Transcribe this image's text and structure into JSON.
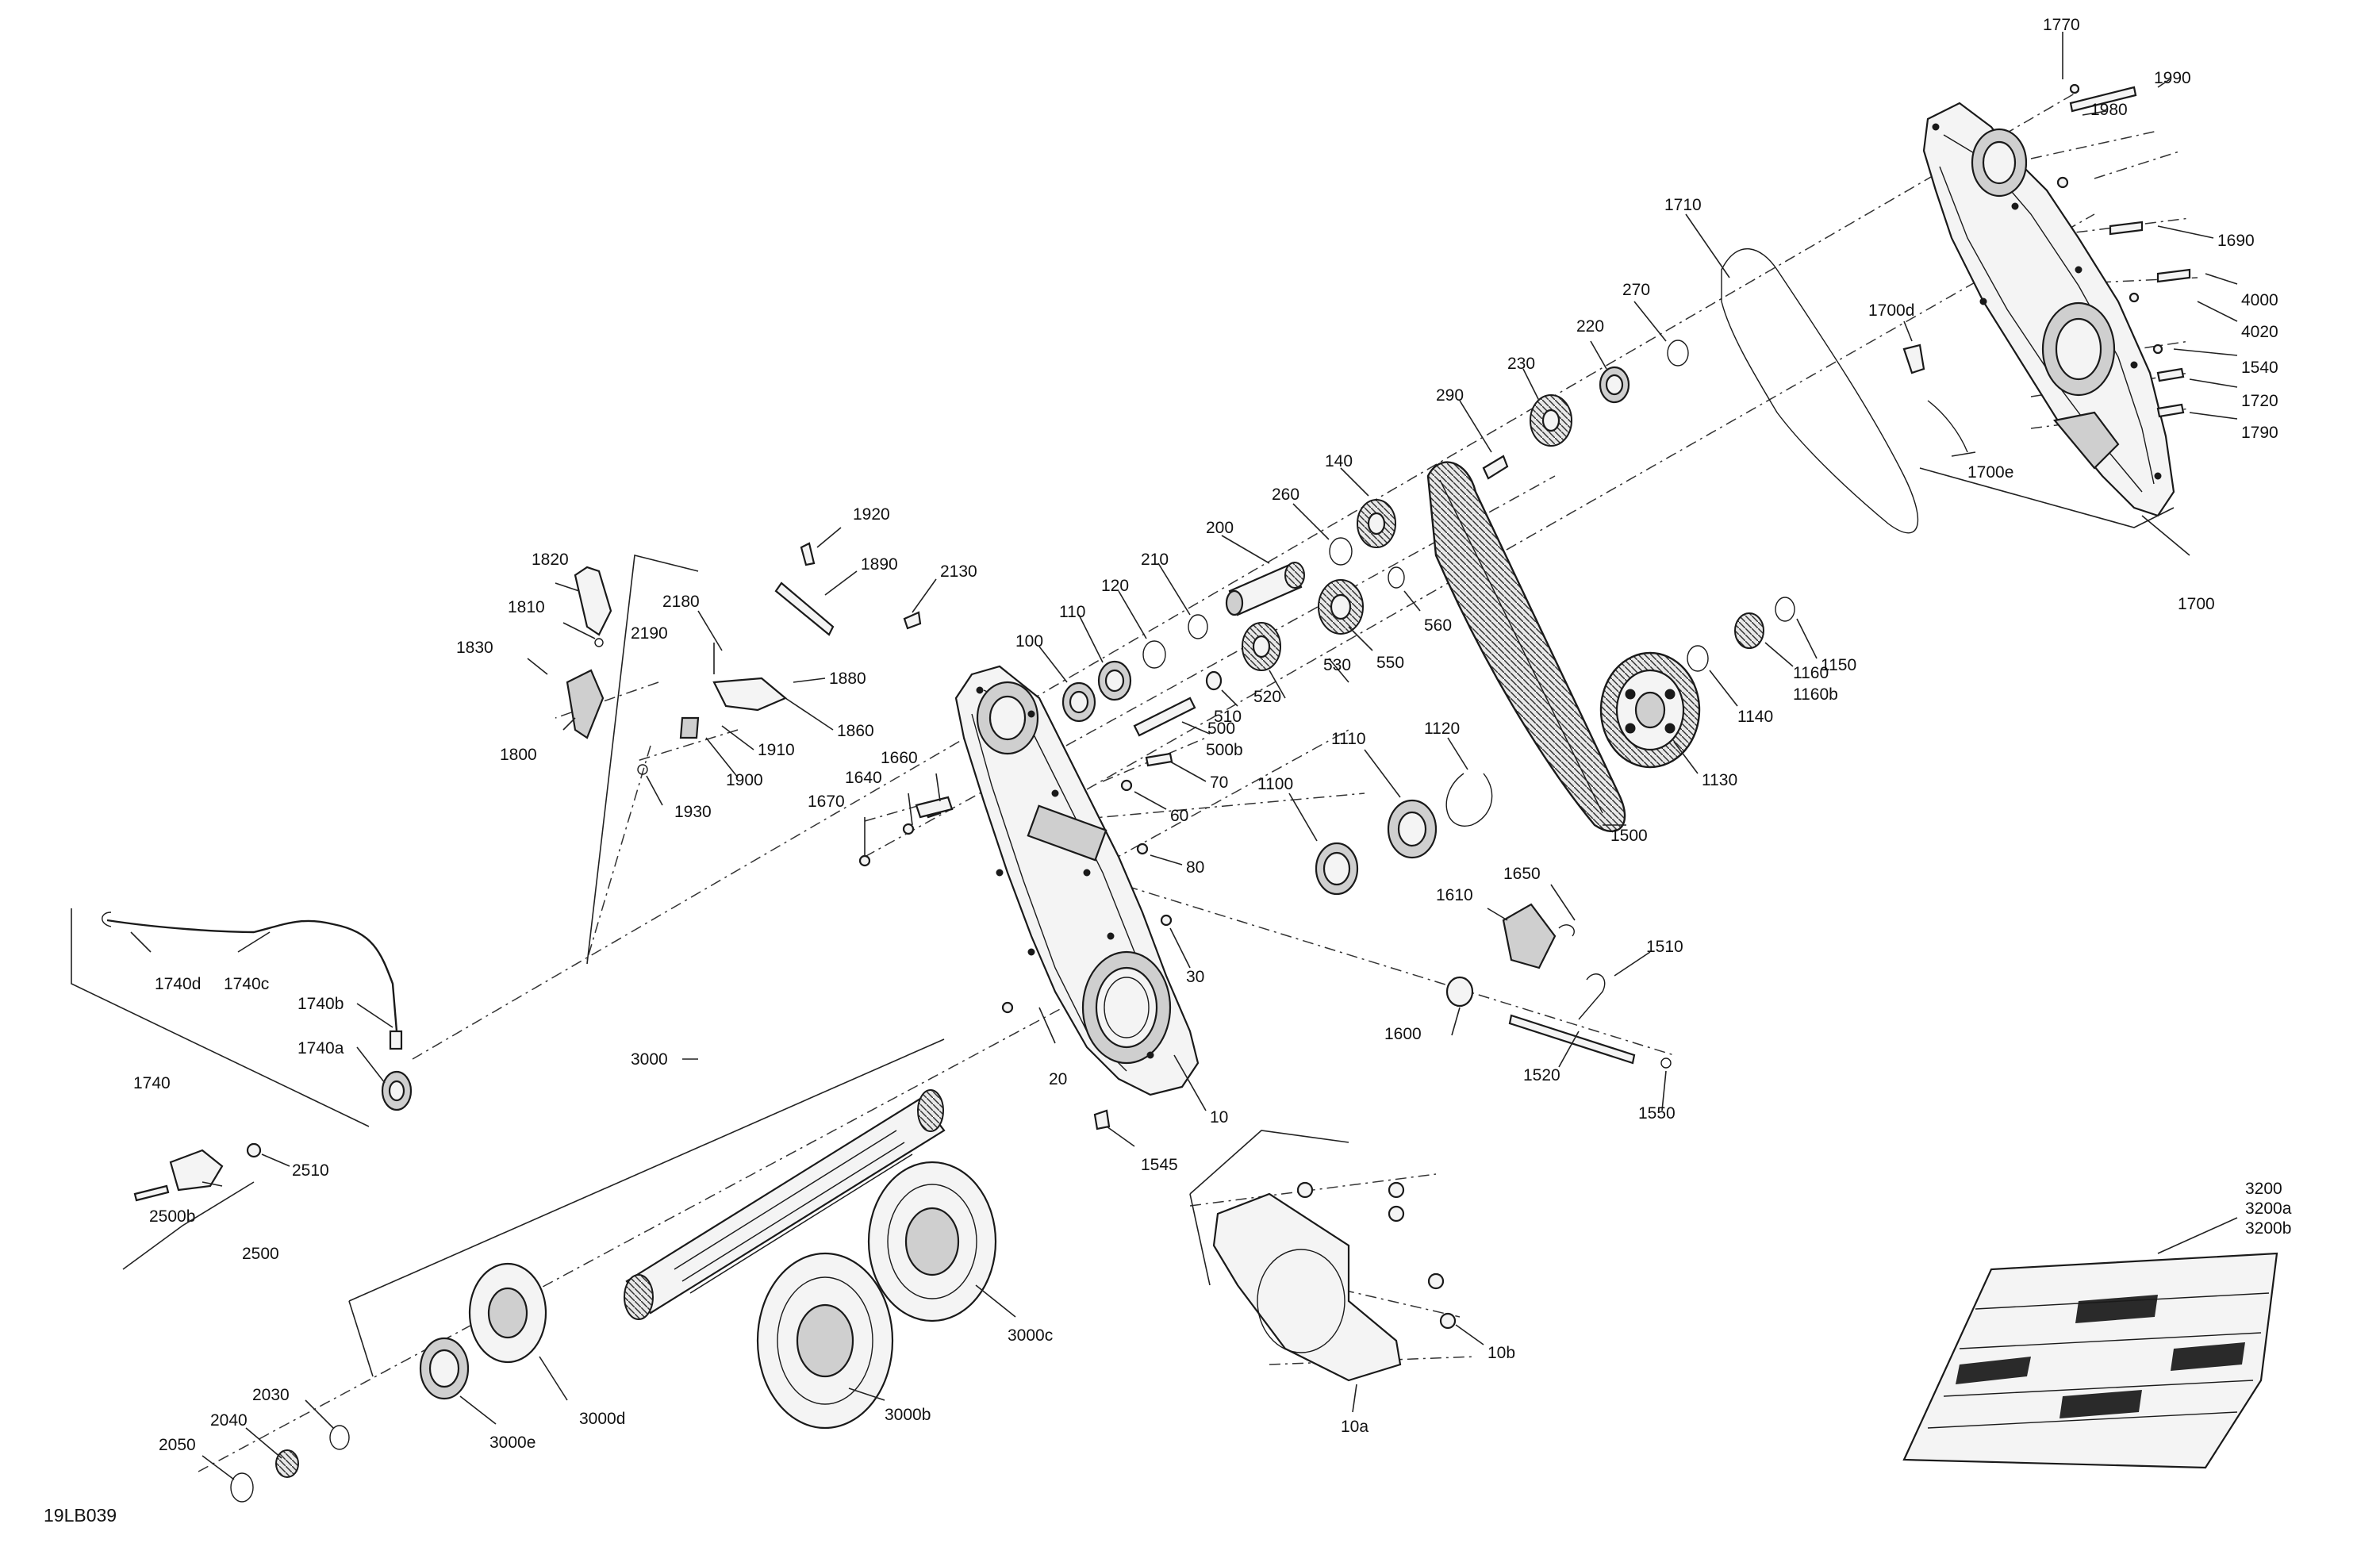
{
  "diagram": {
    "code": "19LB039",
    "labels": {
      "l1770": "1770",
      "l1980": "1980",
      "l1990": "1990",
      "l1690": "1690",
      "l4000": "4000",
      "l4020": "4020",
      "l1540": "1540",
      "l1720": "1720",
      "l1790": "1790",
      "l1700": "1700",
      "l1700d": "1700d",
      "l1700e": "1700e",
      "l1710": "1710",
      "l270": "270",
      "l220": "220",
      "l230": "230",
      "l290": "290",
      "l140": "140",
      "l260": "260",
      "l200": "200",
      "l210": "210",
      "l120": "120",
      "l110": "110",
      "l100": "100",
      "l560": "560",
      "l550": "550",
      "l530": "530",
      "l520": "520",
      "l510": "510",
      "l500": "500",
      "l500b": "500b",
      "l70": "70",
      "l60": "60",
      "l80": "80",
      "l30": "30",
      "l20": "20",
      "l10": "10",
      "l1545": "1545",
      "l1160": "1160",
      "l1160b": "1160b",
      "l1150": "1150",
      "l1140": "1140",
      "l1130": "1130",
      "l1120": "1120",
      "l1110": "1110",
      "l1100": "1100",
      "l1500": "1500",
      "l1610": "1610",
      "l1650": "1650",
      "l1510": "1510",
      "l1600": "1600",
      "l1520": "1520",
      "l1550": "1550",
      "l1920": "1920",
      "l1890": "1890",
      "l2130": "2130",
      "l1820": "1820",
      "l2180": "2180",
      "l1810": "1810",
      "l2190": "2190",
      "l1880": "1880",
      "l1830": "1830",
      "l1860": "1860",
      "l1910": "1910",
      "l1800": "1800",
      "l1900": "1900",
      "l1930": "1930",
      "l1660": "1660",
      "l1640": "1640",
      "l1670": "1670",
      "l1740d": "1740d",
      "l1740c": "1740c",
      "l1740b": "1740b",
      "l1740a": "1740a",
      "l1740": "1740",
      "l3000": "3000",
      "l2510": "2510",
      "l2500b": "2500b",
      "l2500": "2500",
      "l3000c": "3000c",
      "l3000b": "3000b",
      "l3000d": "3000d",
      "l3000e": "3000e",
      "l2030": "2030",
      "l2040": "2040",
      "l2050": "2050",
      "l10a": "10a",
      "l10b": "10b",
      "l3200": "3200",
      "l3200a": "3200a",
      "l3200b": "3200b"
    }
  }
}
